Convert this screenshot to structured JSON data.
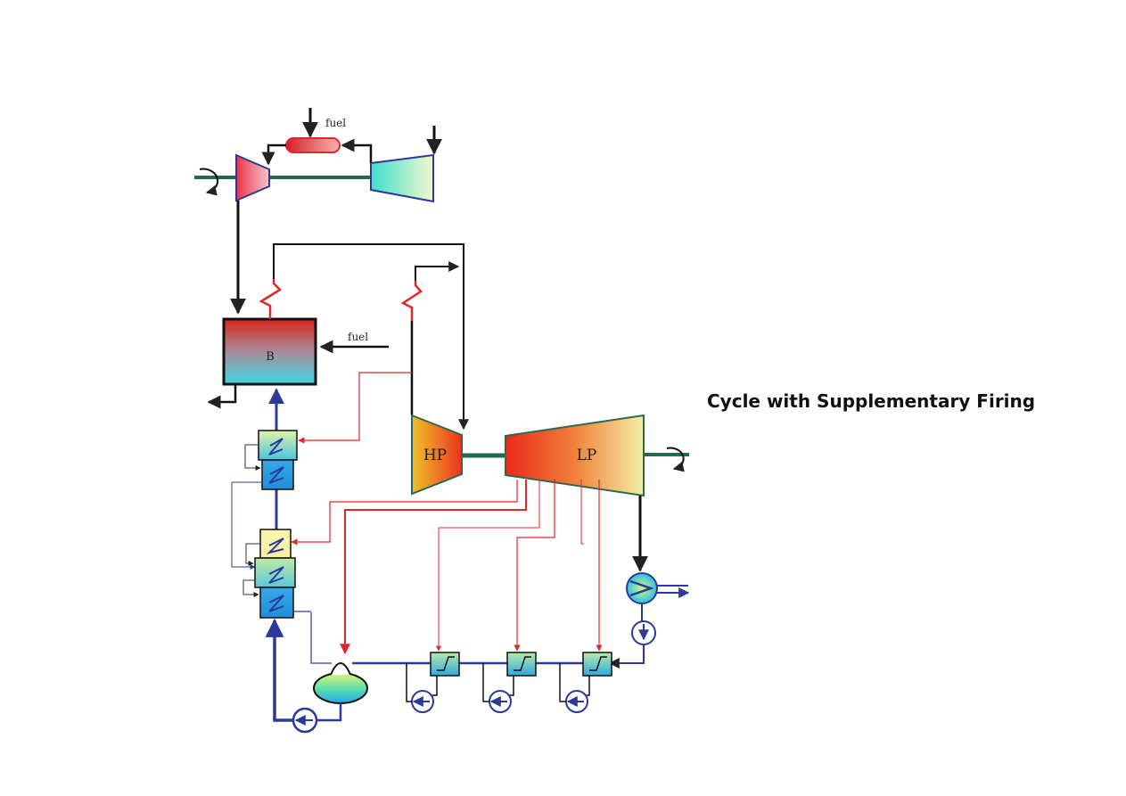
{
  "caption": "Cycle with Supplementary Firing",
  "labels": {
    "fuel_gt": "fuel",
    "fuel_boiler": "fuel",
    "boiler": "B",
    "hp_turbine": "HP",
    "lp_turbine": "LP"
  },
  "colors": {
    "steam_line": "#222222",
    "bleed_line": "#e0282a",
    "water_line": "#2b3a9a",
    "shaft": "#1f6b4a"
  }
}
